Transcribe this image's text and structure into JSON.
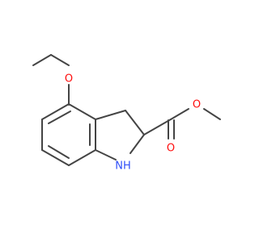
{
  "molecule": {
    "atom_labels": {
      "ether_oxygen": "O",
      "carbonyl_oxygen": "O",
      "ester_oxygen": "O",
      "amine": "NH"
    },
    "colors": {
      "oxygen": "#ff0d0d",
      "nitrogen": "#3050f8",
      "bond": "#444444",
      "background": "#ffffff"
    }
  }
}
